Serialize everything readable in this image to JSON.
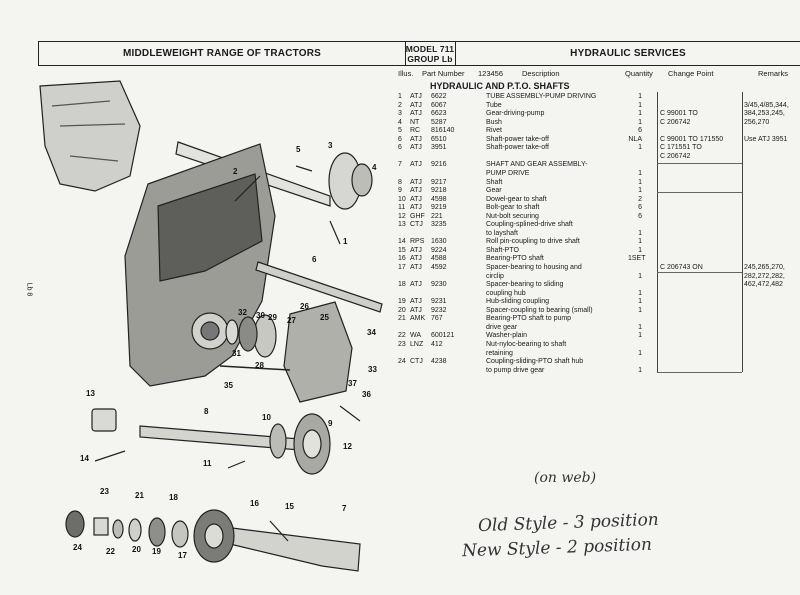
{
  "header": {
    "range": "MIDDLEWEIGHT RANGE OF TRACTORS",
    "model": "MODEL 711",
    "group": "GROUP Lb",
    "section": "HYDRAULIC SERVICES"
  },
  "columns": {
    "illus": "Illus.",
    "part_number": "Part Number",
    "code": "123456",
    "description": "Description",
    "quantity": "Quantity",
    "change_point": "Change Point",
    "remarks": "Remarks"
  },
  "subtitle": "HYDRAULIC AND P.T.O. SHAFTS",
  "parts": [
    {
      "n": "1",
      "p": "ATJ",
      "pn": "6622",
      "d": "TUBE ASSEMBLY-PUMP DRIVING",
      "q": "1",
      "c": "",
      "r": ""
    },
    {
      "n": "2",
      "p": "ATJ",
      "pn": "6067",
      "d": "Tube",
      "q": "1",
      "c": "",
      "r": "3/45,4/85,344,"
    },
    {
      "n": "3",
      "p": "ATJ",
      "pn": "6623",
      "d": "Gear-driving-pump",
      "q": "1",
      "c": "C 99001 TO",
      "r": "384,253,245,"
    },
    {
      "n": "4",
      "p": "NT",
      "pn": "5287",
      "d": "Bush",
      "q": "1",
      "c": "C 206742",
      "r": "256,270"
    },
    {
      "n": "5",
      "p": "RC",
      "pn": "816140",
      "d": "Rivet",
      "q": "6",
      "c": "",
      "r": ""
    },
    {
      "n": "6",
      "p": "ATJ",
      "pn": "6510",
      "d": "Shaft-power take-off",
      "q": "NLA",
      "c": "C 99001 TO 171550",
      "r": "Use ATJ 3951"
    },
    {
      "n": "6",
      "p": "ATJ",
      "pn": "3951",
      "d": "Shaft-power take-off",
      "q": "1",
      "c": "C 171551 TO",
      "r": ""
    },
    {
      "n": "",
      "p": "",
      "pn": "",
      "d": "",
      "q": "",
      "c": "C 206742",
      "r": ""
    },
    {
      "n": "7",
      "p": "ATJ",
      "pn": "9216",
      "d": "SHAFT AND GEAR ASSEMBLY-",
      "q": "",
      "c": "",
      "r": ""
    },
    {
      "n": "",
      "p": "",
      "pn": "",
      "d": "PUMP DRIVE",
      "q": "1",
      "c": "",
      "r": ""
    },
    {
      "n": "8",
      "p": "ATJ",
      "pn": "9217",
      "d": "Shaft",
      "q": "1",
      "c": "",
      "r": ""
    },
    {
      "n": "9",
      "p": "ATJ",
      "pn": "9218",
      "d": "Gear",
      "q": "1",
      "c": "",
      "r": ""
    },
    {
      "n": "10",
      "p": "ATJ",
      "pn": "4598",
      "d": "Dowel-gear to shaft",
      "q": "2",
      "c": "",
      "r": ""
    },
    {
      "n": "11",
      "p": "ATJ",
      "pn": "9219",
      "d": "Bolt-gear to shaft",
      "q": "6",
      "c": "",
      "r": ""
    },
    {
      "n": "12",
      "p": "GHF",
      "pn": "221",
      "d": "Nut-bolt securing",
      "q": "6",
      "c": "",
      "r": ""
    },
    {
      "n": "13",
      "p": "CTJ",
      "pn": "3235",
      "d": "Coupling-splined-drive shaft",
      "q": "",
      "c": "",
      "r": ""
    },
    {
      "n": "",
      "p": "",
      "pn": "",
      "d": "to layshaft",
      "q": "1",
      "c": "",
      "r": ""
    },
    {
      "n": "14",
      "p": "RPS",
      "pn": "1630",
      "d": "Roll pin-coupling to drive shaft",
      "q": "1",
      "c": "",
      "r": ""
    },
    {
      "n": "15",
      "p": "ATJ",
      "pn": "9224",
      "d": "Shaft-PTO",
      "q": "1",
      "c": "",
      "r": ""
    },
    {
      "n": "16",
      "p": "ATJ",
      "pn": "4588",
      "d": "Bearing-PTO shaft",
      "q": "1SET",
      "c": "",
      "r": ""
    },
    {
      "n": "17",
      "p": "ATJ",
      "pn": "4592",
      "d": "Spacer-bearing to housing and",
      "q": "",
      "c": "C 206743 ON",
      "r": "245,265,270,"
    },
    {
      "n": "",
      "p": "",
      "pn": "",
      "d": "circlip",
      "q": "1",
      "c": "",
      "r": "282,272,282,"
    },
    {
      "n": "18",
      "p": "ATJ",
      "pn": "9230",
      "d": "Spacer-bearing to sliding",
      "q": "",
      "c": "",
      "r": "462,472,482"
    },
    {
      "n": "",
      "p": "",
      "pn": "",
      "d": "coupling hub",
      "q": "1",
      "c": "",
      "r": ""
    },
    {
      "n": "19",
      "p": "ATJ",
      "pn": "9231",
      "d": "Hub-sliding coupling",
      "q": "1",
      "c": "",
      "r": ""
    },
    {
      "n": "20",
      "p": "ATJ",
      "pn": "9232",
      "d": "Spacer-coupling to bearing (small)",
      "q": "1",
      "c": "",
      "r": ""
    },
    {
      "n": "21",
      "p": "AMK",
      "pn": "767",
      "d": "Bearing-PTO shaft to pump",
      "q": "",
      "c": "",
      "r": ""
    },
    {
      "n": "",
      "p": "",
      "pn": "",
      "d": "drive gear",
      "q": "1",
      "c": "",
      "r": ""
    },
    {
      "n": "22",
      "p": "WA",
      "pn": "600121",
      "d": "Washer-plain",
      "q": "1",
      "c": "",
      "r": ""
    },
    {
      "n": "23",
      "p": "LNZ",
      "pn": "412",
      "d": "Nut-nyloc-bearing to shaft",
      "q": "",
      "c": "",
      "r": ""
    },
    {
      "n": "",
      "p": "",
      "pn": "",
      "d": "retaining",
      "q": "1",
      "c": "",
      "r": ""
    },
    {
      "n": "24",
      "p": "CTJ",
      "pn": "4238",
      "d": "Coupling-sliding-PTO shaft hub",
      "q": "",
      "c": "",
      "r": ""
    },
    {
      "n": "",
      "p": "",
      "pn": "",
      "d": "to pump drive gear",
      "q": "1",
      "c": "",
      "r": ""
    }
  ],
  "margin_mark": "Lb 8",
  "handwriting": {
    "note1": "(on web)",
    "note2": "Old Style - 3 position",
    "note3": "New Style - 2 position"
  },
  "callouts": [
    "1",
    "2",
    "3",
    "4",
    "5",
    "6",
    "7",
    "8",
    "9",
    "10",
    "11",
    "12",
    "13",
    "14",
    "15",
    "16",
    "17",
    "18",
    "19",
    "20",
    "21",
    "22",
    "23",
    "24",
    "25",
    "26",
    "27",
    "28",
    "29",
    "30",
    "31",
    "32",
    "33",
    "34",
    "35",
    "36",
    "37"
  ]
}
